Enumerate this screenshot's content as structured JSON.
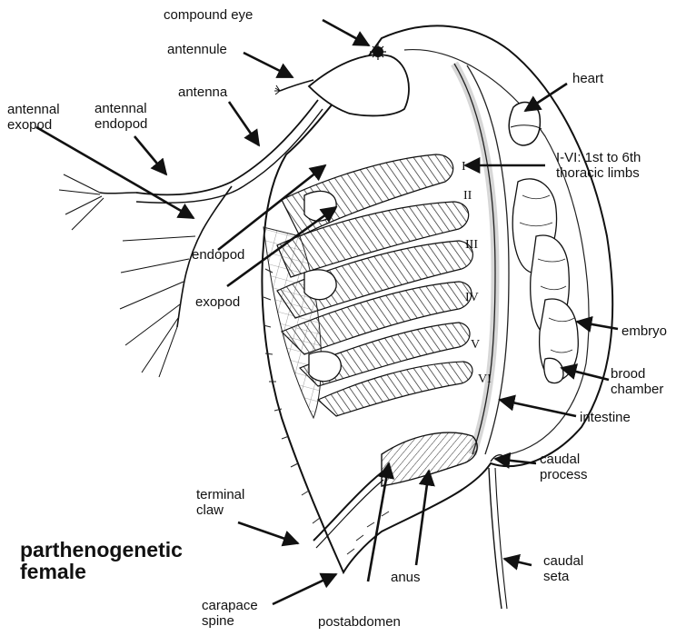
{
  "caption": "parthenogenetic\nfemale",
  "labels": {
    "compound_eye": "compound eye",
    "antennule": "antennule",
    "antenna": "antenna",
    "antennal_endopod": "antennal\nendopod",
    "antennal_exopod": "antennal\nexopod",
    "heart": "heart",
    "thoracic_limbs": "I-VI: 1st to 6th\nthoracic limbs",
    "endopod": "endopod",
    "exopod": "exopod",
    "embryo": "embryo",
    "brood_chamber": "brood\nchamber",
    "intestine": "intestine",
    "caudal_process": "caudal\nprocess",
    "terminal_claw": "terminal\nclaw",
    "carapace_spine": "carapace\nspine",
    "postabdomen": "postabdomen",
    "anus": "anus",
    "caudal_seta": "caudal\nseta"
  },
  "limb_numerals": [
    "I",
    "II",
    "III",
    "IV",
    "V",
    "VI"
  ]
}
